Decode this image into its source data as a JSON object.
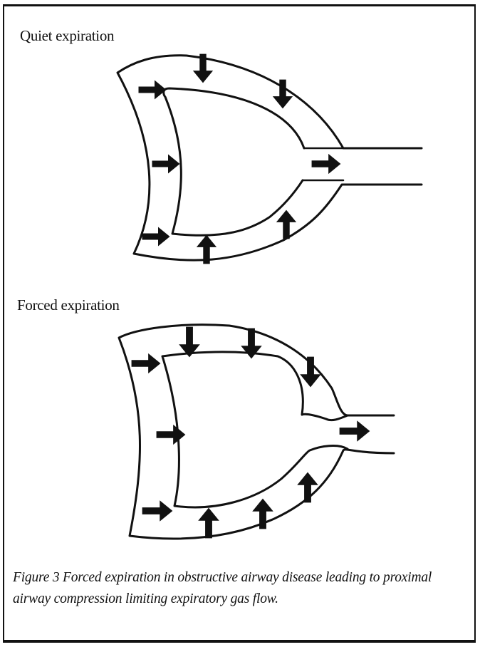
{
  "panels": {
    "quiet": {
      "title": "Quiet expiration"
    },
    "forced": {
      "title": "Forced expiration"
    }
  },
  "caption": "Figure 3 Forced expiration in obstructive airway disease leading to proximal airway compression limiting expiratory gas flow.",
  "icons": [
    "arrow-icon"
  ],
  "colors": {
    "ink": "#111111",
    "paper": "#ffffff"
  }
}
